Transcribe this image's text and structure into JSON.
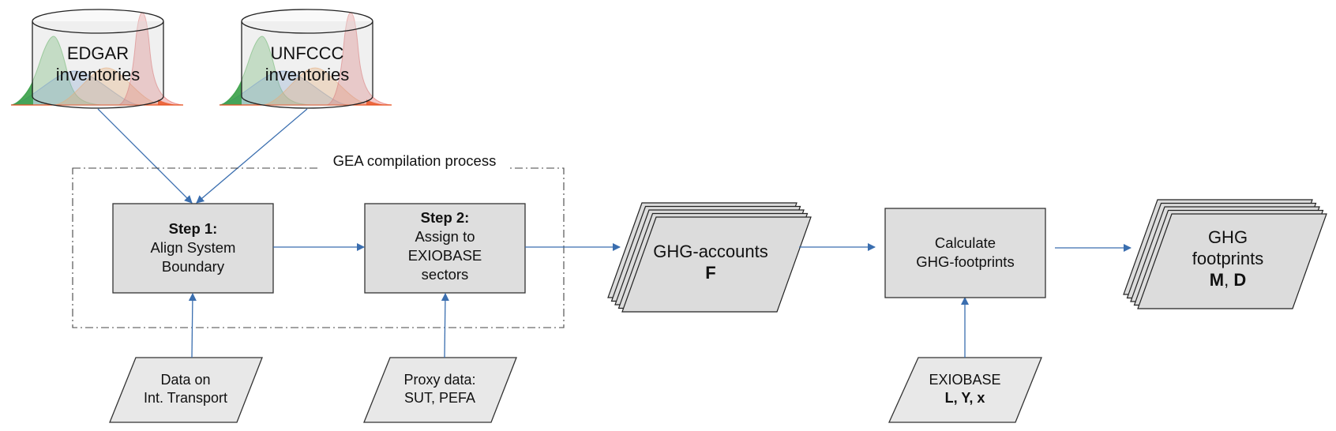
{
  "diagram": {
    "sources": [
      {
        "id": "edgar",
        "line1": "EDGAR",
        "line2": "inventories"
      },
      {
        "id": "unfccc",
        "line1": "UNFCCC",
        "line2": "inventories"
      }
    ],
    "group": {
      "label": "GEA compilation process"
    },
    "steps": [
      {
        "id": "step1",
        "heading": "Step 1:",
        "line1": "Align System",
        "line2": "Boundary"
      },
      {
        "id": "step2",
        "heading": "Step 2:",
        "line1": "Assign to",
        "line2": "EXIOBASE",
        "line3": "sectors"
      }
    ],
    "inputs": [
      {
        "id": "transport",
        "line1": "Data on",
        "line2": "Int. Transport"
      },
      {
        "id": "proxy",
        "line1": "Proxy data:",
        "line2": "SUT, PEFA"
      },
      {
        "id": "exiobase",
        "line1": "EXIOBASE",
        "line2_bold": "L, Y, x"
      }
    ],
    "accounts": {
      "line1": "GHG-accounts",
      "line2_bold": "F"
    },
    "calculate": {
      "line1": "Calculate",
      "line2": "GHG-footprints"
    },
    "footprints": {
      "line1": "GHG",
      "line2": "footprints",
      "line3_bold_a": "M",
      "sep": ", ",
      "line3_bold_b": "D"
    },
    "colors": {
      "arrow": "#3a6eaf",
      "box_fill": "#dedede",
      "input_fill": "#e8e8e8",
      "stroke": "#333333",
      "dist_green": "#4caf50",
      "dist_blue": "#5b8fc9",
      "dist_orange": "#f0a05a",
      "dist_red": "#e06060"
    }
  }
}
